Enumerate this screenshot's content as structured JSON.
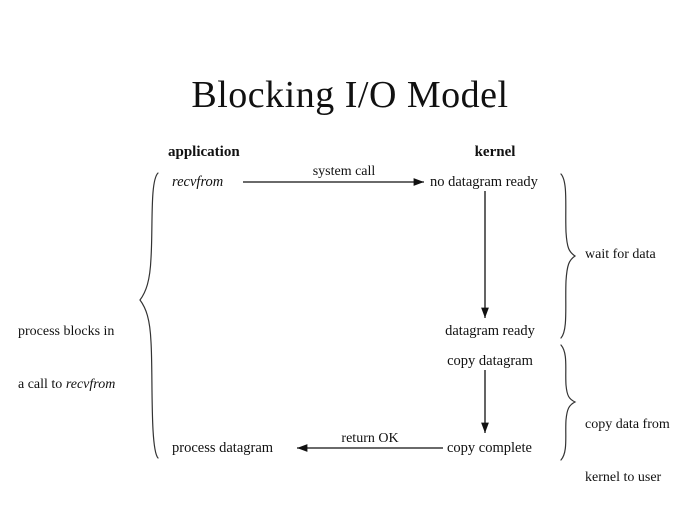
{
  "title": "Blocking I/O Model",
  "columns": {
    "application": "application",
    "kernel": "kernel"
  },
  "nodes": {
    "recvfrom": "recvfrom",
    "no_datagram_ready": "no datagram ready",
    "datagram_ready": "datagram ready",
    "copy_datagram": "copy datagram",
    "copy_complete": "copy complete",
    "process_datagram": "process datagram"
  },
  "edges": {
    "system_call": "system call",
    "return_ok": "return OK"
  },
  "annotations": {
    "process_blocks_line1": "process blocks in",
    "process_blocks_line2_prefix": "a call to ",
    "process_blocks_line2_italic": "recvfrom",
    "wait_for_data": "wait for data",
    "copy_data_line1": "copy data from",
    "copy_data_line2": "kernel to user"
  },
  "colors": {
    "ink": "#111111",
    "background": "#ffffff"
  }
}
